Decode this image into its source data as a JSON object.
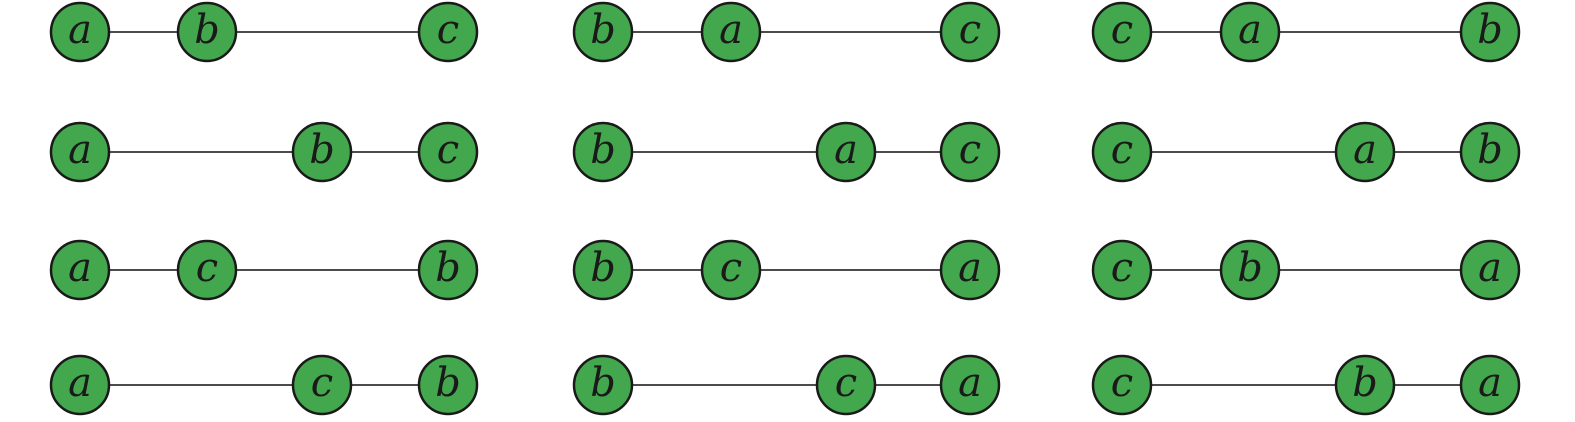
{
  "graphs": [
    {
      "nodes": [
        "a",
        "b",
        "c"
      ]
    },
    {
      "nodes": [
        "b",
        "a",
        "c"
      ]
    },
    {
      "nodes": [
        "c",
        "a",
        "b"
      ]
    },
    {
      "nodes": [
        "a",
        "b",
        "c"
      ]
    },
    {
      "nodes": [
        "b",
        "a",
        "c"
      ]
    },
    {
      "nodes": [
        "c",
        "a",
        "b"
      ]
    },
    {
      "nodes": [
        "a",
        "c",
        "b"
      ]
    },
    {
      "nodes": [
        "b",
        "c",
        "a"
      ]
    },
    {
      "nodes": [
        "c",
        "b",
        "a"
      ]
    },
    {
      "nodes": [
        "a",
        "c",
        "b"
      ]
    },
    {
      "nodes": [
        "b",
        "c",
        "a"
      ]
    },
    {
      "nodes": [
        "c",
        "b",
        "a"
      ]
    }
  ],
  "colors": {
    "node_fill": "#43a84d",
    "node_stroke": "#1a1a1a",
    "edge": "#111111"
  }
}
